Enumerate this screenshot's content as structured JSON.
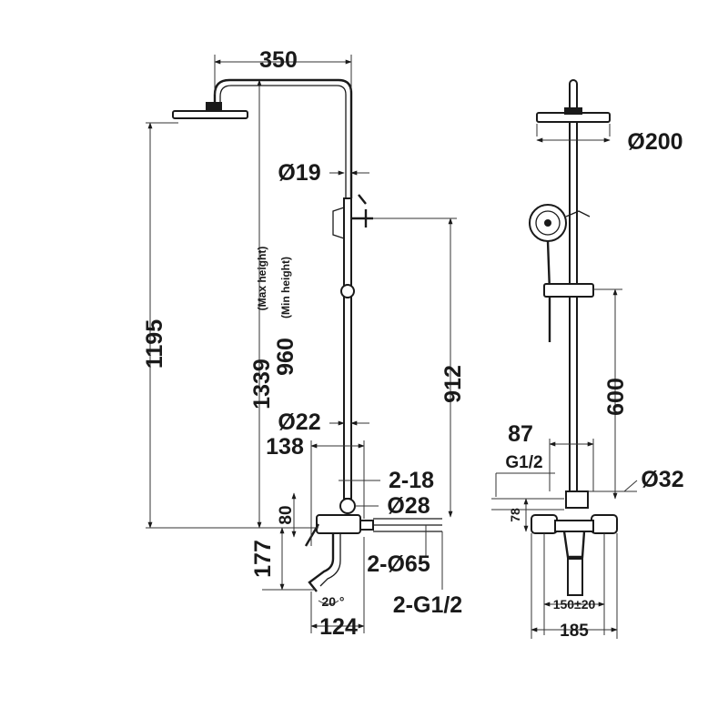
{
  "left_view": {
    "width_350": "350",
    "dia_19": "Ø19",
    "height_1195": "1195",
    "height_1339": "1339",
    "max_height": "(Max height)",
    "height_960": "960",
    "min_height": "(Min height)",
    "height_912": "912",
    "dia_22": "Ø22",
    "width_138": "138",
    "thread_2_18": "2-18",
    "dia_28": "Ø28",
    "height_80": "80",
    "height_177": "177",
    "dia_2_65": "2-Ø65",
    "angle_20": "20 °",
    "thread_2_g12": "2-G1/2",
    "width_124": "124"
  },
  "right_view": {
    "dia_200": "Ø200",
    "height_600": "600",
    "width_87": "87",
    "thread_g12": "G1/2",
    "dia_32": "Ø32",
    "height_78": "78",
    "width_150": "150±20",
    "width_185": "185"
  }
}
